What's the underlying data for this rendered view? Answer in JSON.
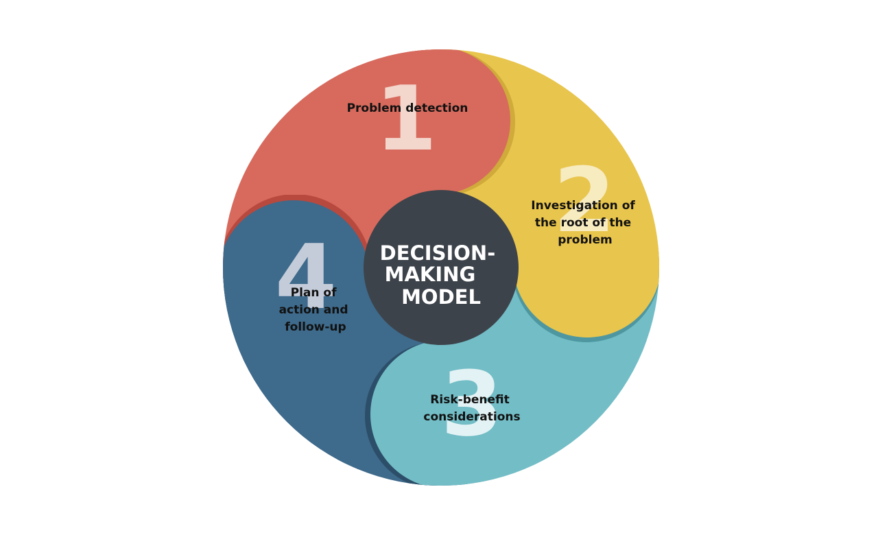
{
  "center": {
    "title_lines": [
      "DECISION-",
      "MAKING",
      "MODEL"
    ]
  },
  "steps": [
    {
      "number": "1",
      "label_lines": [
        "Problem detection"
      ],
      "color": "#D76A5D",
      "shadow_color": "#B8493F",
      "number_color": "#F3D6CC"
    },
    {
      "number": "2",
      "label_lines": [
        "Investigation of",
        "the root of the",
        "problem"
      ],
      "color": "#E8C54D",
      "shadow_color": "#D0AA3A",
      "number_color": "#F7EBC0"
    },
    {
      "number": "3",
      "label_lines": [
        "Risk-benefit",
        "considerations"
      ],
      "color": "#73BDC6",
      "shadow_color": "#4E97A0",
      "number_color": "#E3F3F5"
    },
    {
      "number": "4",
      "label_lines": [
        "Plan of",
        "action and",
        "follow-up"
      ],
      "color": "#3E6A8B",
      "shadow_color": "#2C4E69",
      "number_color": "#C4CCDA"
    }
  ],
  "center_color": "#3D434B"
}
